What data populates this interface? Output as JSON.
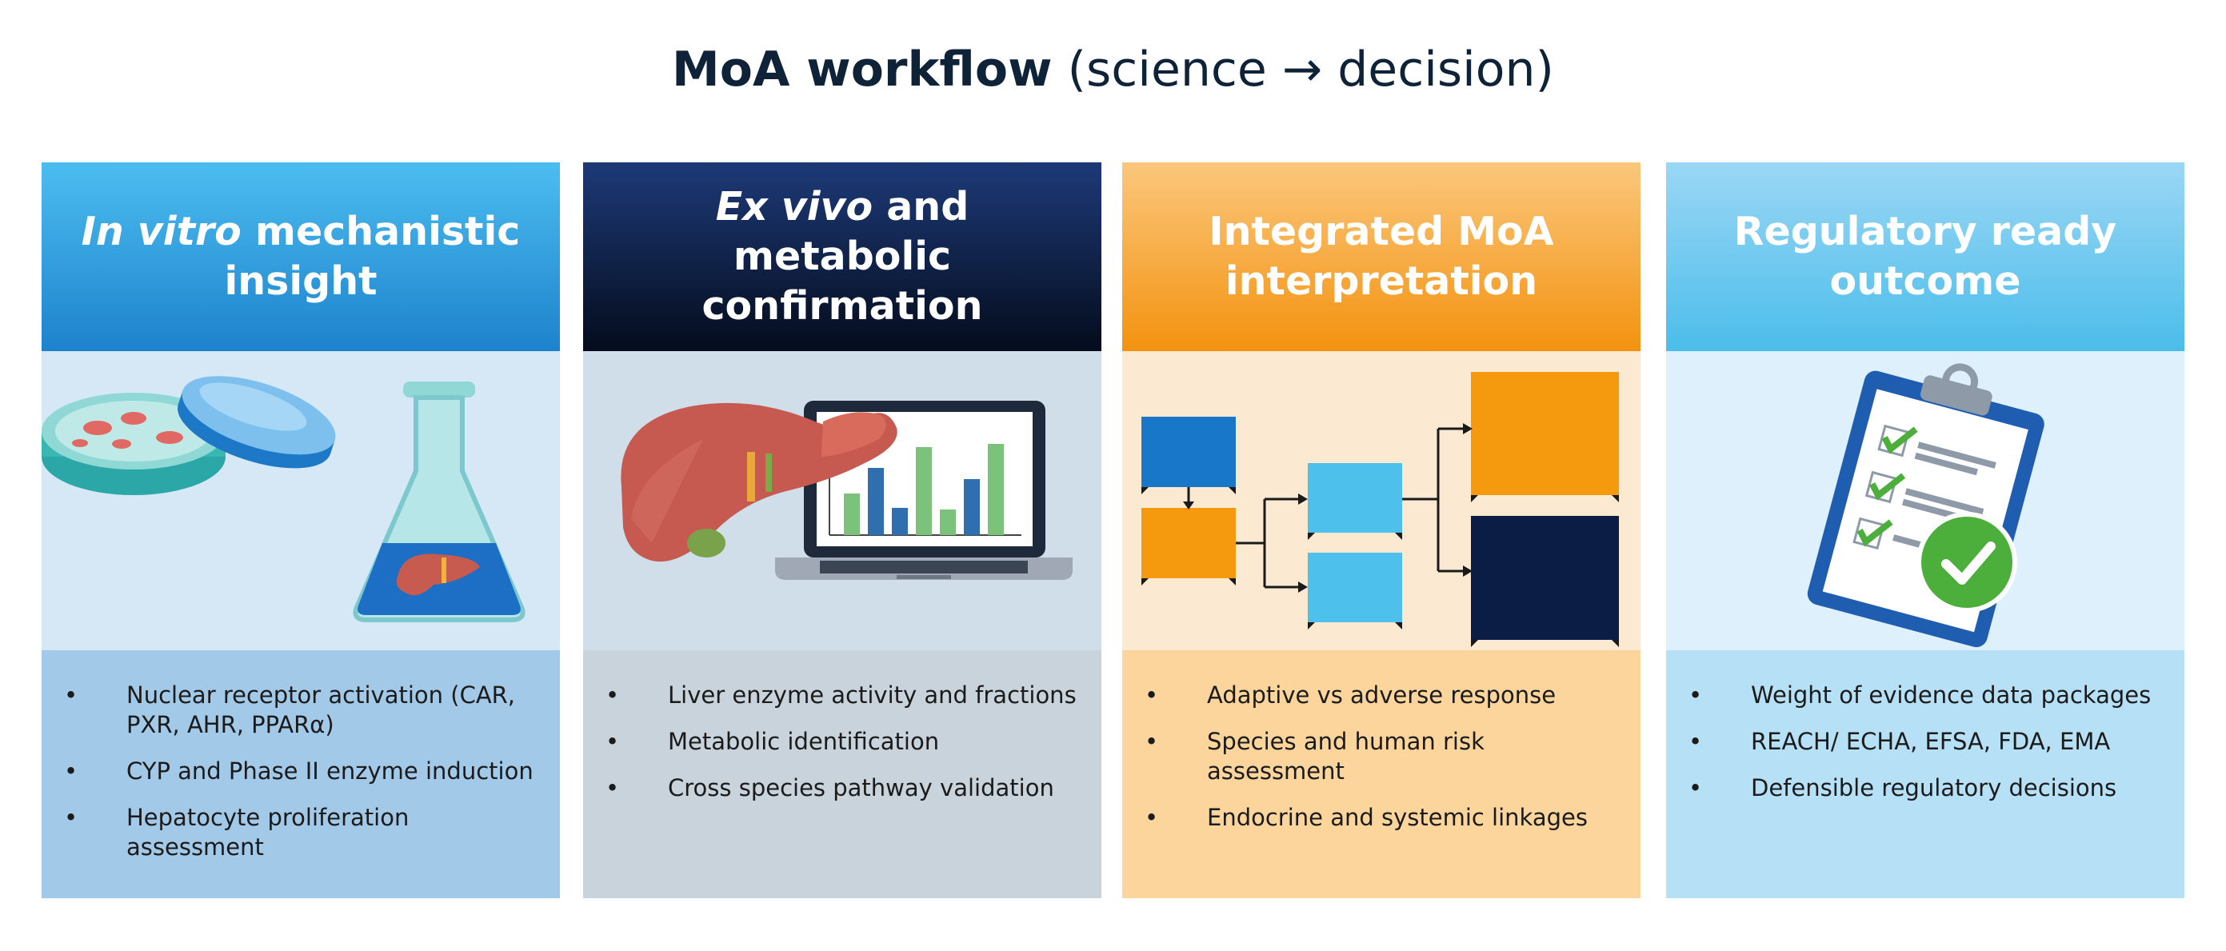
{
  "title": {
    "bold": "MoA workflow",
    "rest": " (science → decision)"
  },
  "colors": {
    "col1_head": "#2f9fde",
    "col1_illus": "#d6e8f5",
    "col1_list": "#a3c9e8",
    "col2_head": "#0b1a3a",
    "col2_illus": "#cfdee8",
    "col2_list": "#c8d3db",
    "col3_head": "#f5a31c",
    "col3_illus": "#fce9d1",
    "col3_list": "#fbd59c",
    "col4_head": "#6cc4ee",
    "col4_illus": "#ddf0fb",
    "col4_list": "#b5e0f6"
  },
  "columns": [
    {
      "heading_italic": "In vitro",
      "heading_rest": " mechanistic insight",
      "icon": "petri-dish-and-flask-icon",
      "bullets": [
        "Nuclear receptor activation (CAR, PXR, AHR, PPARα)",
        "CYP and Phase II enzyme induction",
        "Hepatocyte proliferation assessment"
      ]
    },
    {
      "heading_italic": "Ex vivo",
      "heading_rest": " and metabolic confirmation",
      "icon": "liver-and-laptop-chart-icon",
      "bullets": [
        "Liver enzyme activity and fractions",
        "Metabolic identification",
        "Cross species pathway validation"
      ]
    },
    {
      "heading_italic": "",
      "heading_rest": "Integrated MoA interpretation",
      "icon": "flow-diagram-icon",
      "bullets": [
        "Adaptive vs adverse response",
        "Species and human risk assessment",
        "Endocrine and systemic linkages"
      ]
    },
    {
      "heading_italic": "",
      "heading_rest": "Regulatory ready outcome",
      "icon": "clipboard-checklist-icon",
      "bullets": [
        "Weight of evidence data packages",
        "REACH/ ECHA, EFSA, FDA, EMA",
        "Defensible regulatory decisions"
      ]
    }
  ]
}
